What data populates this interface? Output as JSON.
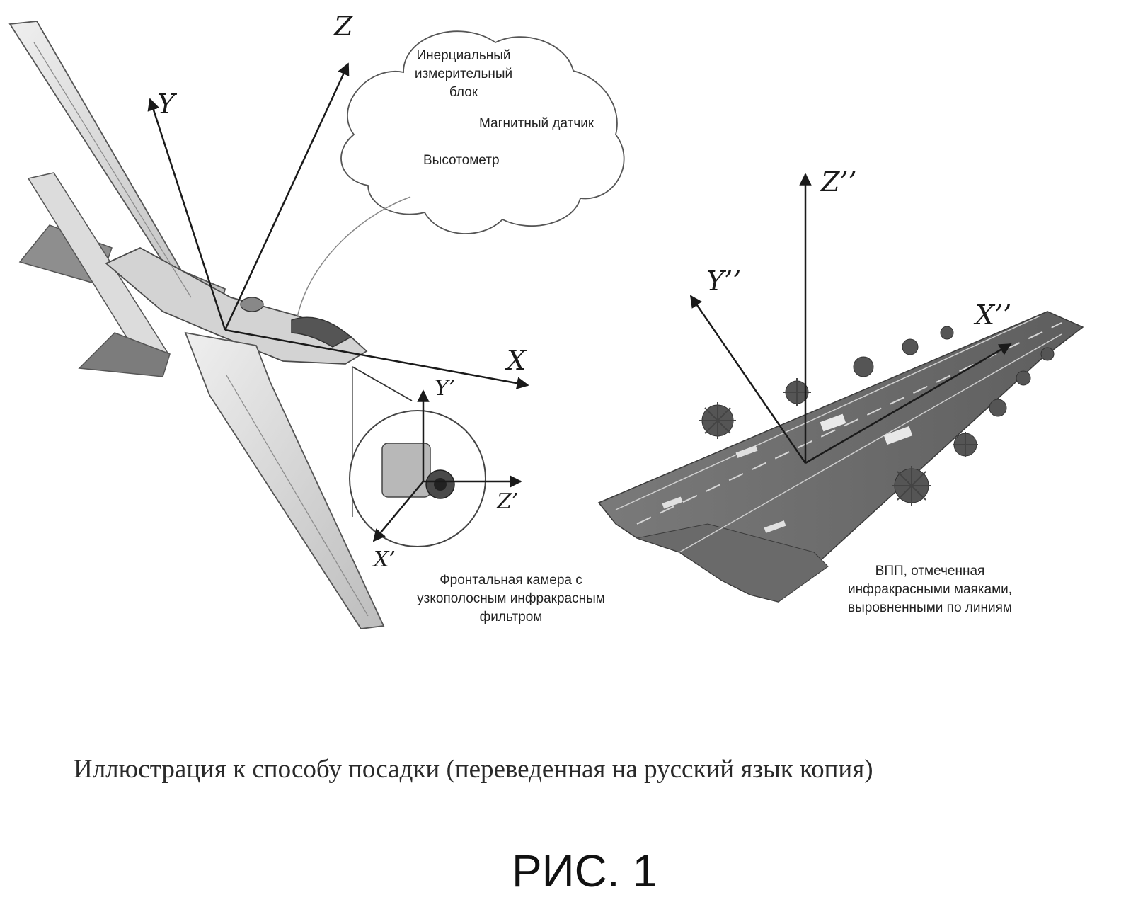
{
  "aircraft_axes": {
    "x": "X",
    "y": "Y",
    "z": "Z"
  },
  "camera_axes": {
    "x": "X’",
    "y": "Y’",
    "z": "Z’"
  },
  "runway_axes": {
    "x": "X’’",
    "y": "Y’’",
    "z": "Z’’"
  },
  "sensor_cloud": {
    "lines": [
      "Инерциальный",
      "измерительный",
      "блок"
    ],
    "magnetic": "Магнитный датчик",
    "altimeter": "Высотометр"
  },
  "camera_note": {
    "lines": [
      "Фронтальная камера с",
      "узкополосным инфракрасным",
      "фильтром"
    ]
  },
  "runway_note": {
    "lines": [
      "ВПП, отмеченная",
      "инфракрасными маяками,",
      "выровненными по линиям"
    ]
  },
  "caption": "Иллюстрация к способу посадки  (переведенная на русский язык копия)",
  "figure_number": "РИС. 1"
}
